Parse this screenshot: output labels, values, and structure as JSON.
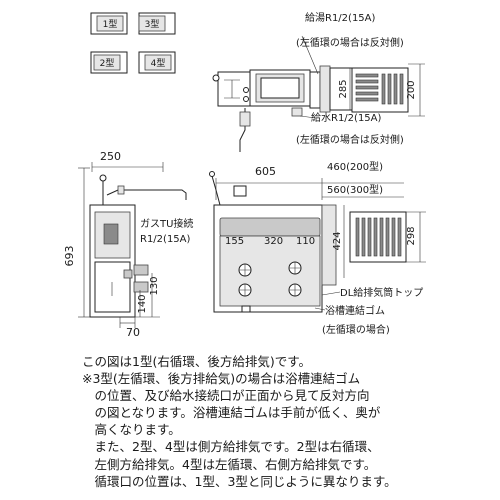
{
  "type_icons": [
    {
      "label": "1型"
    },
    {
      "label": "3型"
    },
    {
      "label": "2型"
    },
    {
      "label": "4型"
    }
  ],
  "top_view": {
    "hot_water_label": "給湯R1/2(15A)",
    "hot_water_note": "(左循環の場合は反対側)",
    "cold_water_label": "給水R1/2(15A)",
    "cold_water_note": "(左循環の場合は反対側)",
    "dim_285": "285",
    "dim_200": "200"
  },
  "side_view": {
    "width": "250",
    "height": "693",
    "gas_label": "ガスTU接続",
    "gas_size": "R1/2(15A)",
    "dim_130": "130",
    "dim_140": "140",
    "dim_70": "70"
  },
  "front_view": {
    "width": "605",
    "dim_460": "460(200型)",
    "dim_560": "560(300型)",
    "dim_155": "155",
    "dim_320": "320",
    "dim_110": "110",
    "dim_424": "424",
    "dim_298": "298",
    "exhaust_label": "DL給排気筒トップ",
    "rubber_label": "浴槽連結ゴム",
    "rubber_note": "(左循環の場合)"
  },
  "notes": [
    "この図は1型(右循環、後方給排気)です。",
    "※3型(左循環、後方排給気)の場合は浴槽連結ゴム",
    "　の位置、及び給水接続口が正面から見て反対方向",
    "　の図となります。浴槽連結ゴムは手前が低く、奥が",
    "　高くなります。",
    "　また、2型、4型は側方給排気です。2型は右循環、",
    "　左側方給排気。4型は左循環、右側方給排気です。",
    "　循環口の位置は、1型、3型と同じように異なります。"
  ]
}
